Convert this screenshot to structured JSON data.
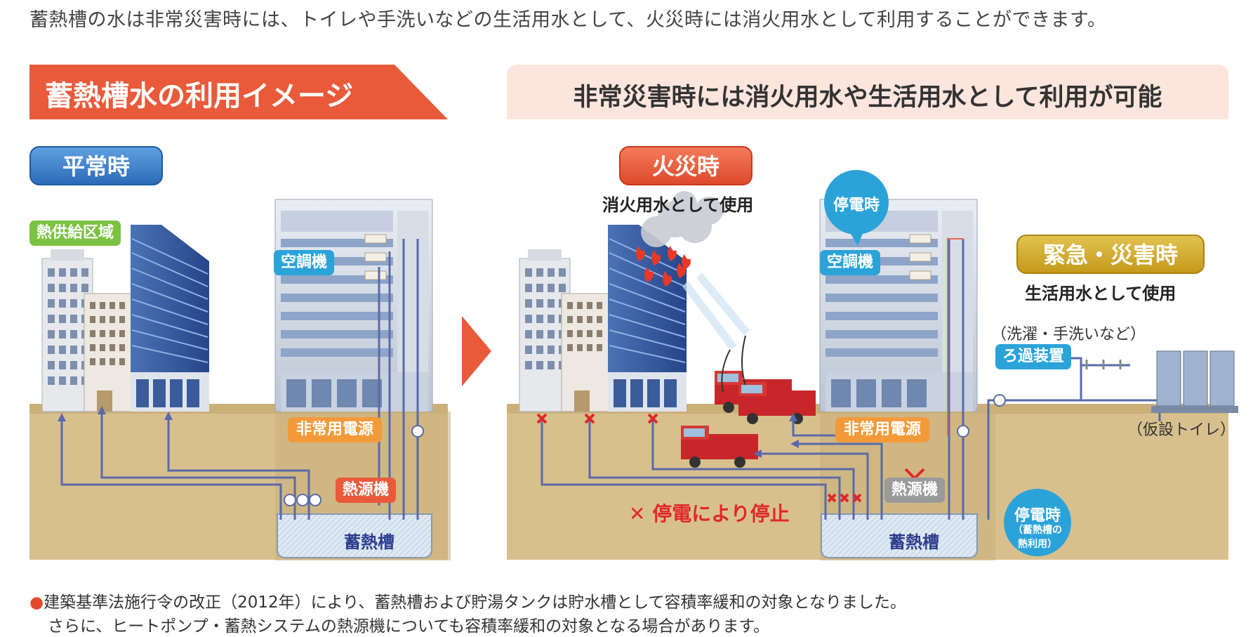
{
  "intro_text": "蓄熱槽の水は非常災害時には、トイレや手洗いなどの生活用水として、火災時には消火用水として利用することができます。",
  "banner_left": "蓄熱槽水の利用イメージ",
  "banner_right": "非常災害時には消火用水や生活用水として利用が可能",
  "normal": {
    "pill": "平常時",
    "district_tag": "熱供給区域",
    "ac_tag": "空調機",
    "power_tag": "非常用電源",
    "heat_tag": "熱源機",
    "tank": "蓄熱槽"
  },
  "fire": {
    "pill": "火災時",
    "sub": "消火用水として使用",
    "stop_text": "停電により停止",
    "stop_mark": "✕"
  },
  "emergency": {
    "outage_bubble": "停電時",
    "ac_tag": "空調機",
    "power_tag": "非常用電源",
    "heat_tag": "熱源機",
    "tank": "蓄熱槽",
    "pill": "緊急・災害時",
    "sub": "生活用水として使用",
    "uses": "（洗濯・手洗いなど）",
    "filter_tag": "ろ過装置",
    "toilet": "（仮設トイレ）",
    "outage2_title": "停電時",
    "outage2_note1": "（蓄熱槽の",
    "outage2_note2": "熱利用）"
  },
  "footnote": {
    "bullet": "●",
    "line1": "建築基準法施行令の改正（2012年）により、蓄熱槽および貯湯タンクは貯水槽として容積率緩和の対象となりました。",
    "line2": "さらに、ヒートポンプ・蓄熱システムの熱源機についても容積率緩和の対象となる場合があります。"
  },
  "colors": {
    "accent_red": "#e85a3a",
    "banner_pink": "#fbe5dc",
    "ground": "#d8c08e",
    "pipe": "#5a6aa8",
    "tank_fill": "#dfe9f3",
    "stop_red": "#e0282a"
  },
  "icons": [
    "arrow-right-icon",
    "fire-flame-icon",
    "smoke-icon",
    "fire-truck-icon",
    "cross-mark-icon",
    "pump-icon",
    "portable-toilet-icon",
    "faucet-icon"
  ]
}
